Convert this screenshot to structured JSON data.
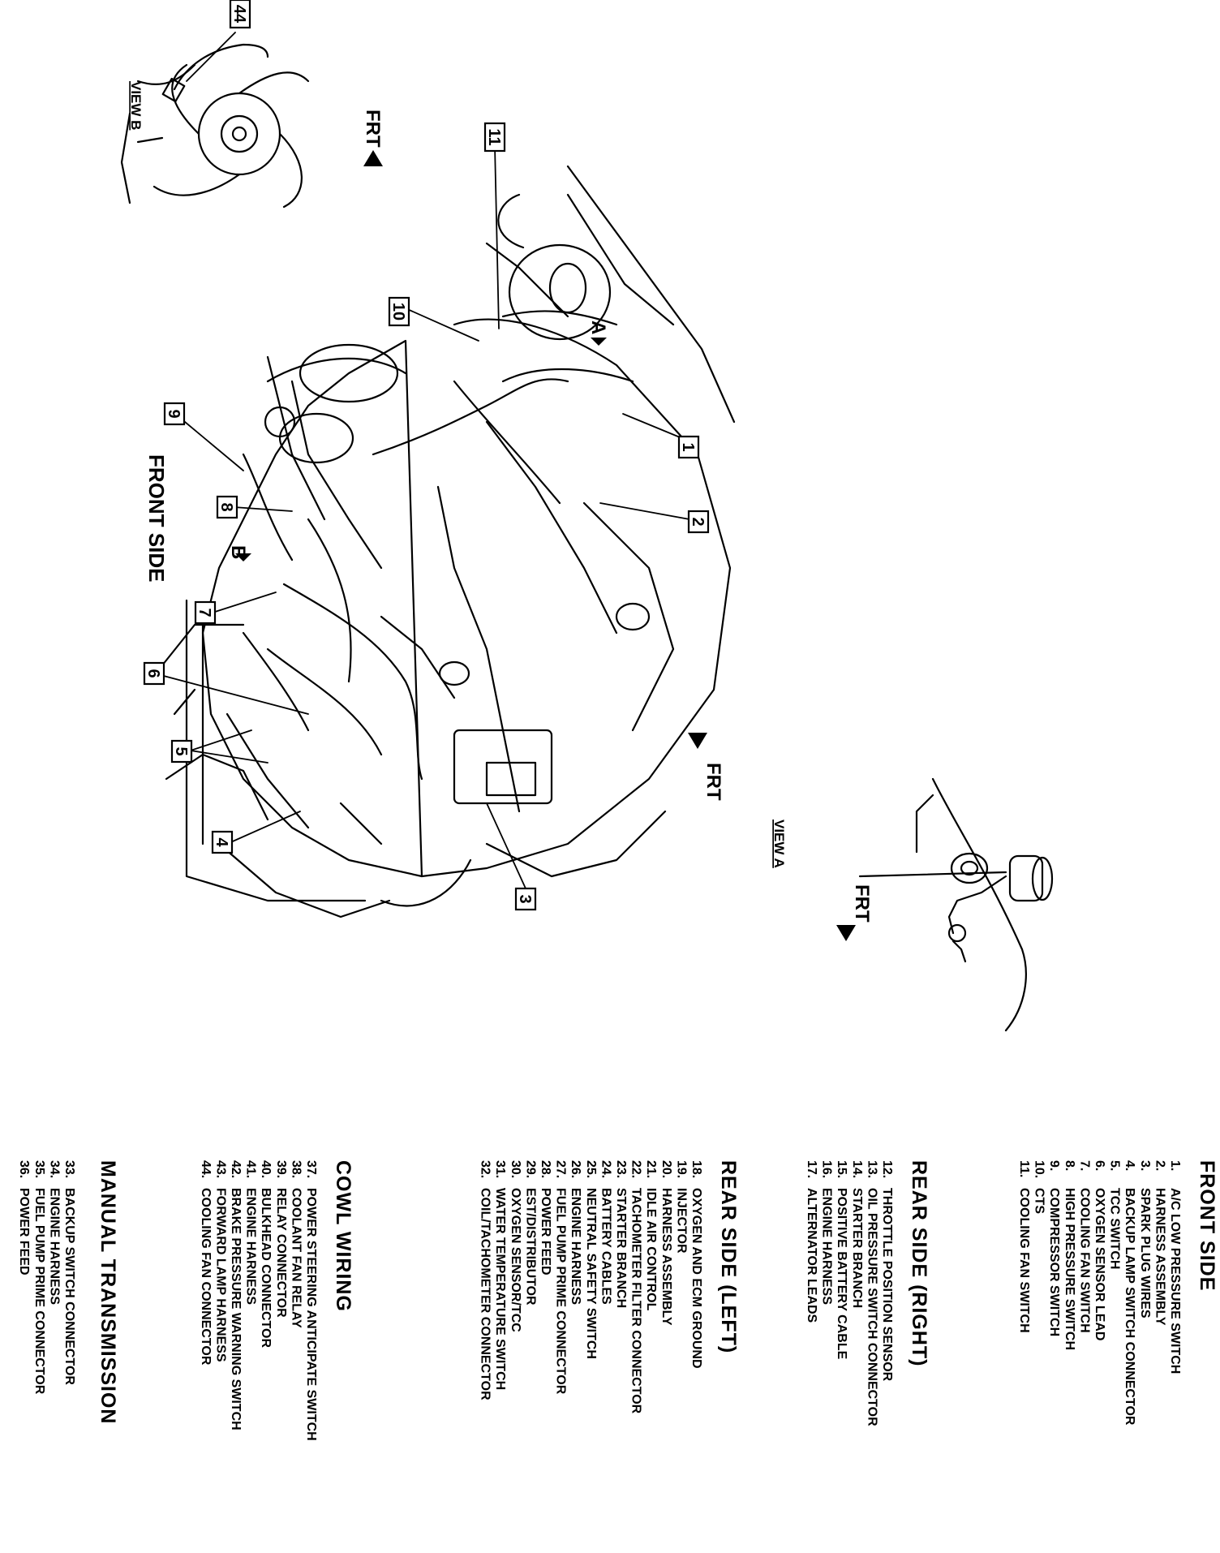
{
  "diagram": {
    "callouts": [
      "1",
      "2",
      "3",
      "4",
      "5",
      "6",
      "7",
      "8",
      "9",
      "10",
      "11",
      "44"
    ],
    "front_side_label": "FRONT SIDE",
    "view_a_label": "VIEW A",
    "view_b_label": "VIEW B",
    "frt_label": "FRT",
    "arrow_a": "A",
    "arrow_b": "B"
  },
  "legend": [
    {
      "title": "FRONT SIDE",
      "items": [
        {
          "num": "1.",
          "text": "A/C LOW PRESSURE SWITCH"
        },
        {
          "num": "2.",
          "text": "HARNESS ASSEMBLY"
        },
        {
          "num": "3.",
          "text": "SPARK PLUG WIRES"
        },
        {
          "num": "4.",
          "text": "BACKUP LAMP SWITCH CONNECTOR"
        },
        {
          "num": "5.",
          "text": "TCC SWITCH"
        },
        {
          "num": "6.",
          "text": "OXYGEN SENSOR LEAD"
        },
        {
          "num": "7.",
          "text": "COOLING FAN SWITCH"
        },
        {
          "num": "8.",
          "text": "HIGH PRESSURE SWITCH"
        },
        {
          "num": "9.",
          "text": "COMPRESSOR SWITCH"
        },
        {
          "num": "10.",
          "text": "CTS"
        },
        {
          "num": "11.",
          "text": "COOLING FAN SWITCH"
        }
      ]
    },
    {
      "title": "REAR SIDE (RIGHT)",
      "items": [
        {
          "num": "12.",
          "text": "THROTTLE POSITION SENSOR"
        },
        {
          "num": "13.",
          "text": "OIL PRESSURE SWITCH CONNECTOR"
        },
        {
          "num": "14.",
          "text": "STARTER BRANCH"
        },
        {
          "num": "15.",
          "text": "POSITIVE BATTERY CABLE"
        },
        {
          "num": "16.",
          "text": "ENGINE HARNESS"
        },
        {
          "num": "17.",
          "text": "ALTERNATOR LEADS"
        }
      ]
    },
    {
      "title": "REAR SIDE (LEFT)",
      "items": [
        {
          "num": "18.",
          "text": "OXYGEN AND ECM GROUND"
        },
        {
          "num": "19.",
          "text": "INJECTOR"
        },
        {
          "num": "20.",
          "text": "HARNESS ASSEMBLY"
        },
        {
          "num": "21.",
          "text": "IDLE AIR CONTROL"
        },
        {
          "num": "22.",
          "text": "TACHOMETER FILTER CONNECTOR"
        },
        {
          "num": "23.",
          "text": "STARTER BRANCH"
        },
        {
          "num": "24.",
          "text": "BATTERY CABLES"
        },
        {
          "num": "25.",
          "text": "NEUTRAL SAFETY SWITCH"
        },
        {
          "num": "26.",
          "text": "ENGINE HARNESS"
        },
        {
          "num": "27.",
          "text": "FUEL PUMP PRIME CONNECTOR"
        },
        {
          "num": "28.",
          "text": "POWER FEED"
        },
        {
          "num": "29.",
          "text": "EST/DISTRIBUTOR"
        },
        {
          "num": "30.",
          "text": "OXYGEN SENSOR/TCC"
        },
        {
          "num": "31.",
          "text": "WATER TEMPERATURE SWITCH"
        },
        {
          "num": "32.",
          "text": "COIL/TACHOMETER CONNECTOR"
        }
      ]
    },
    {
      "title": "COWL WIRING",
      "items": [
        {
          "num": "37.",
          "text": "POWER STEERING ANTICIPATE SWITCH"
        },
        {
          "num": "38.",
          "text": "COOLANT FAN RELAY"
        },
        {
          "num": "39.",
          "text": "RELAY CONNECTOR"
        },
        {
          "num": "40.",
          "text": "BULKHEAD CONNECTOR"
        },
        {
          "num": "41.",
          "text": "ENGINE HARNESS"
        },
        {
          "num": "42.",
          "text": "BRAKE PRESSURE WARNING SWITCH"
        },
        {
          "num": "43.",
          "text": "FORWARD LAMP HARNESS"
        },
        {
          "num": "44.",
          "text": "COOLING FAN CONNECTOR"
        }
      ]
    },
    {
      "title": "MANUAL TRANSMISSION",
      "items": [
        {
          "num": "33.",
          "text": "BACKUP SWITCH CONNECTOR"
        },
        {
          "num": "34.",
          "text": "ENGINE HARNESS"
        },
        {
          "num": "35.",
          "text": "FUEL PUMP PRIME CONNECTOR"
        },
        {
          "num": "36.",
          "text": "POWER FEED"
        }
      ]
    }
  ]
}
